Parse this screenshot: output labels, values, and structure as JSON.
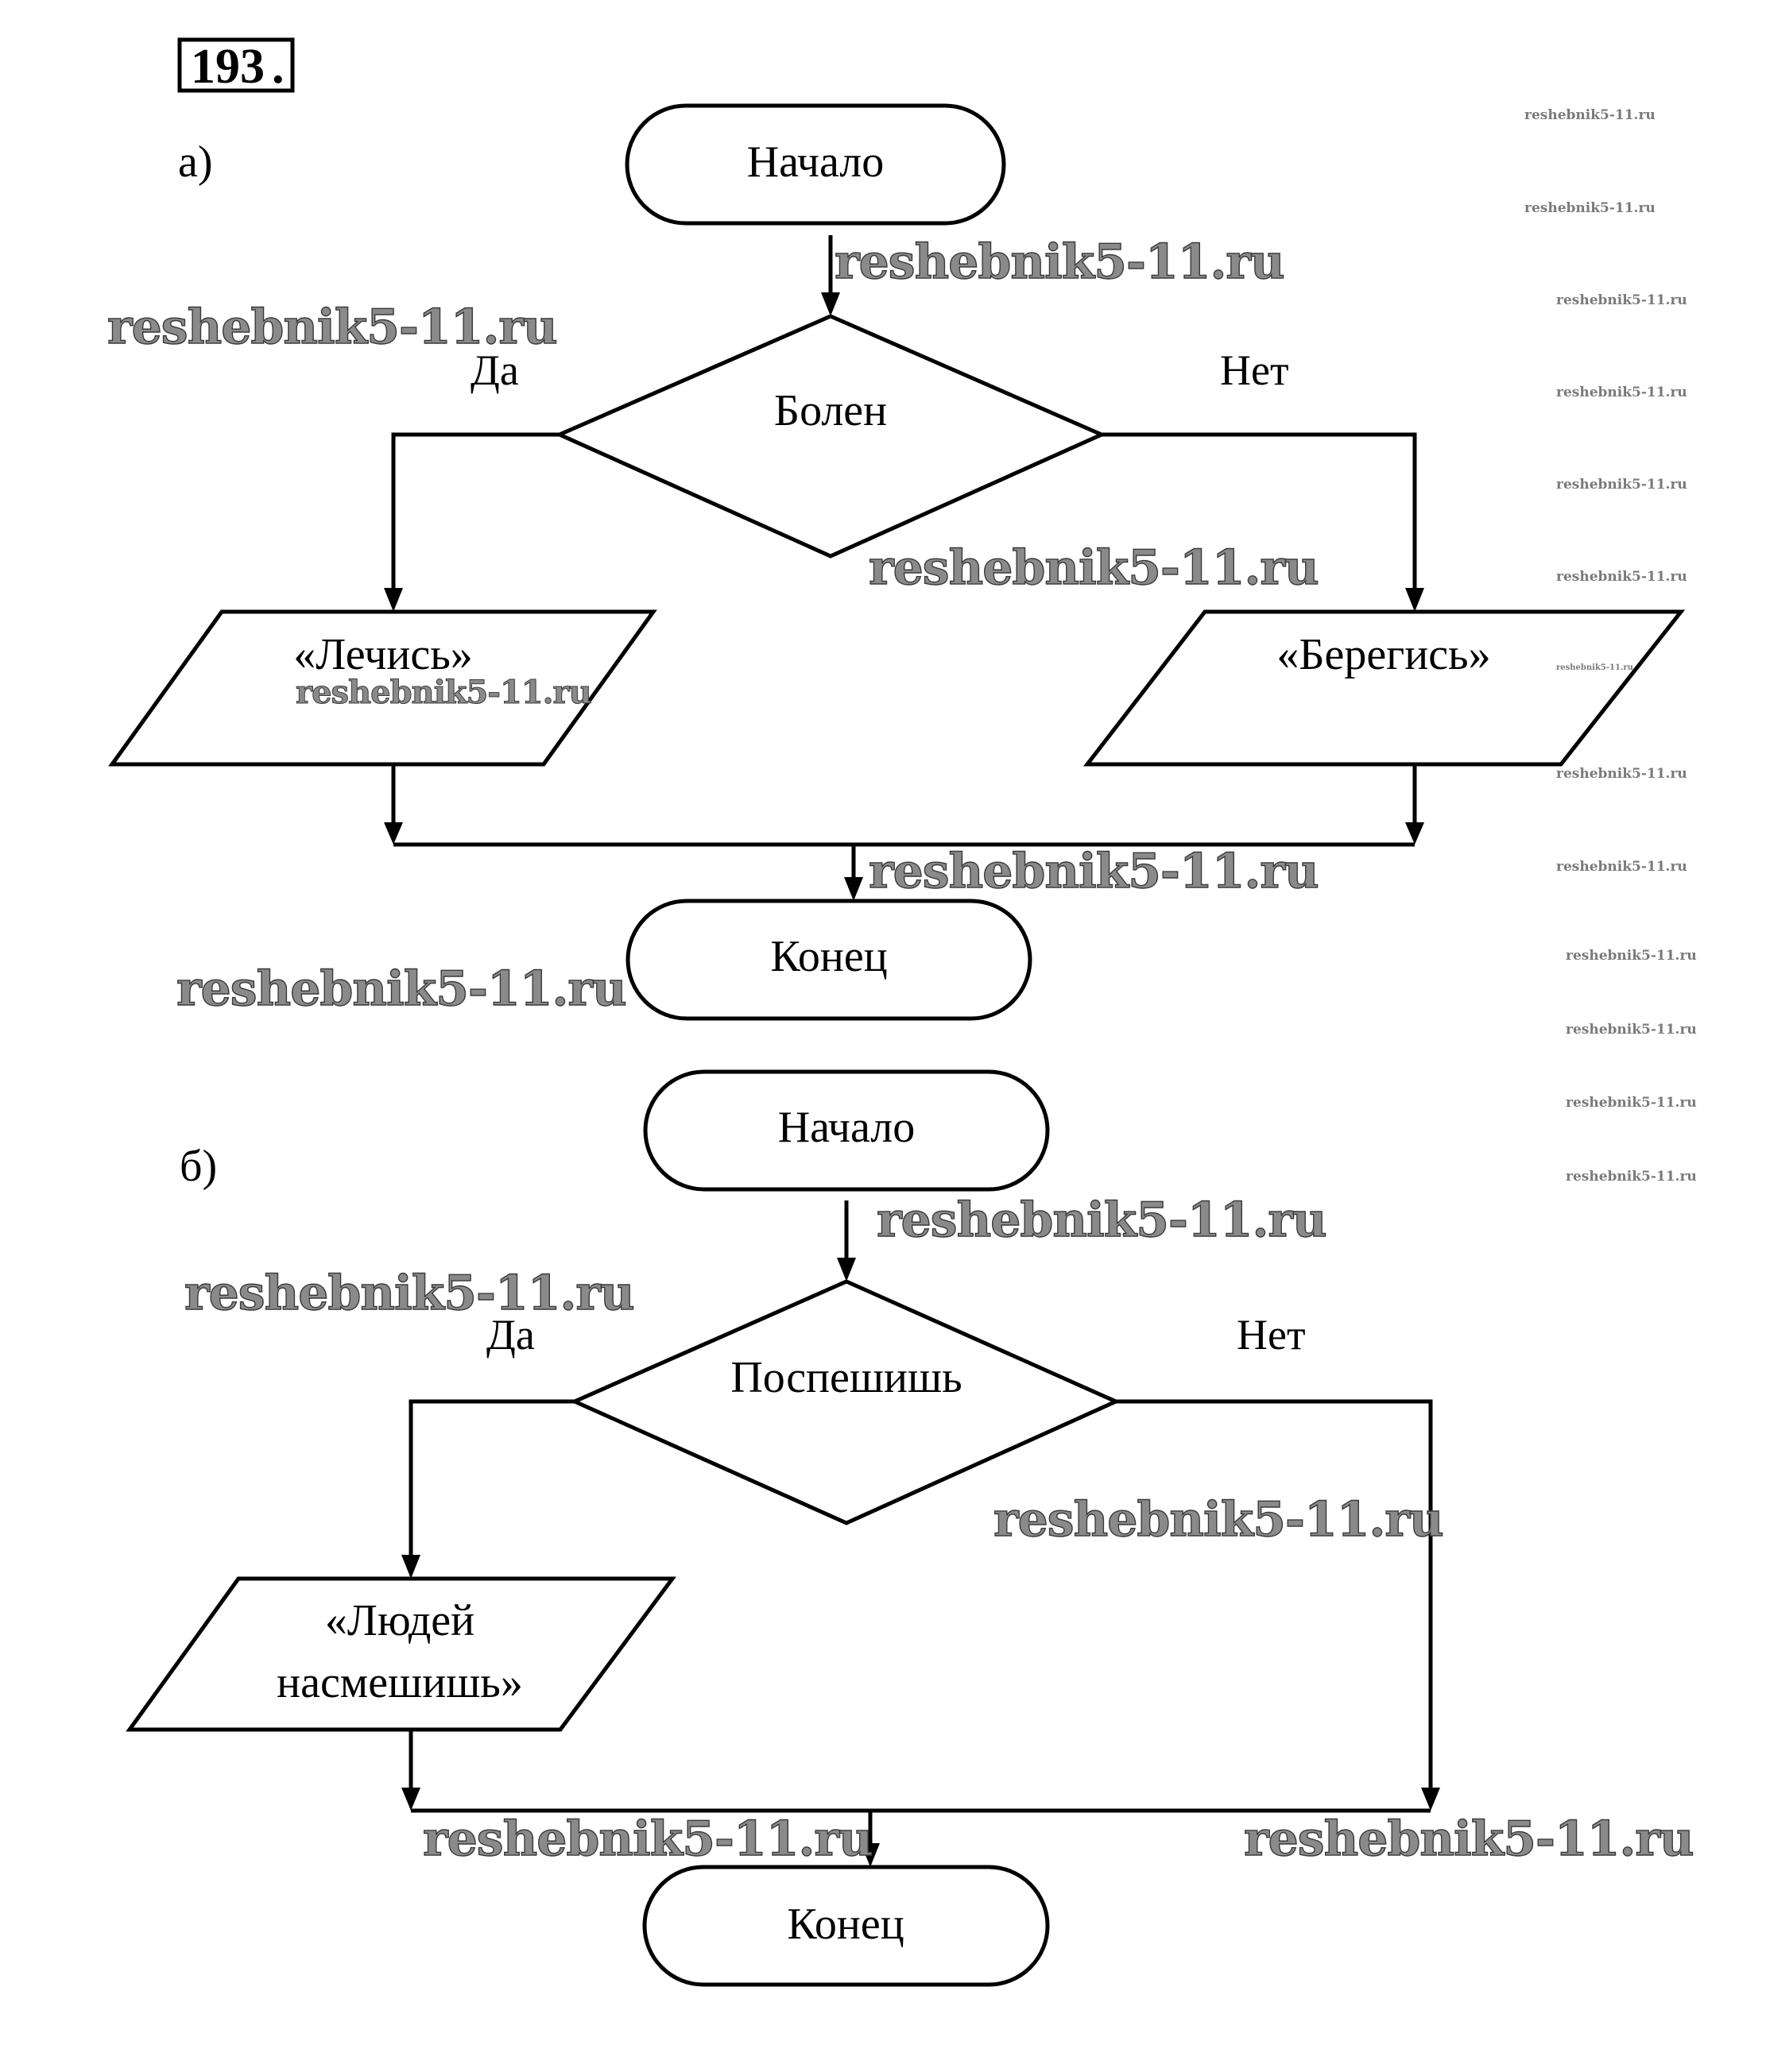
{
  "problem": {
    "number": "193",
    "number_suffix": "."
  },
  "diagram_a": {
    "part_label": "а)",
    "start": "Начало",
    "decision": "Болен",
    "yes_label": "Да",
    "no_label": "Нет",
    "yes_output": "«Лечись»",
    "no_output": "«Берегись»",
    "end": "Конец"
  },
  "diagram_b": {
    "part_label": "б)",
    "start": "Начало",
    "decision": "Поспешишь",
    "yes_label": "Да",
    "no_label": "Нет",
    "yes_output_line1": "«Людей",
    "yes_output_line2": "насмешишь»",
    "end": "Конец"
  },
  "watermark": {
    "text": "reshebnik5-11.ru"
  }
}
